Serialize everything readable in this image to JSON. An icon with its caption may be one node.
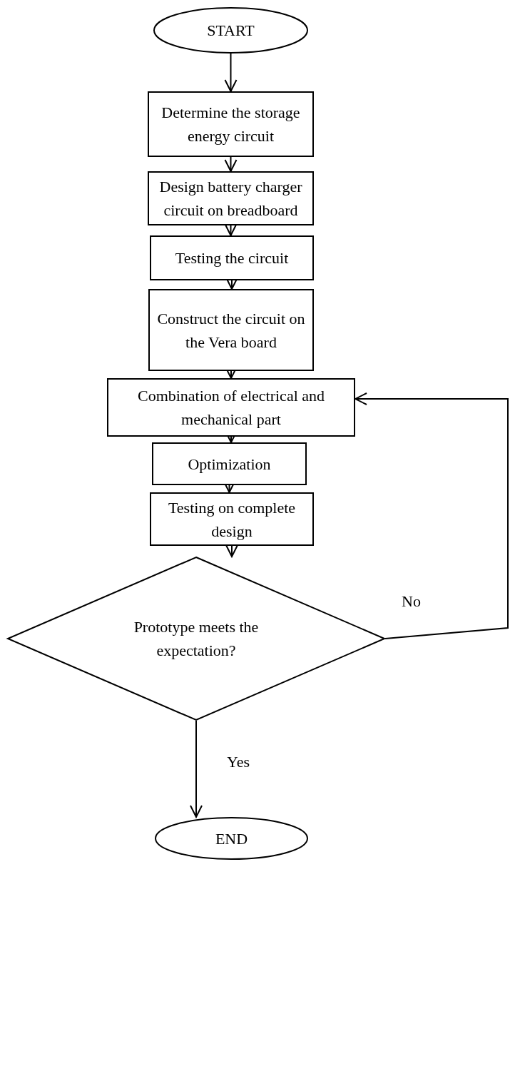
{
  "diagram": {
    "nodes": [
      {
        "text": [
          "START"
        ]
      },
      {
        "text": [
          "Determine the storage energy circuit"
        ]
      },
      {
        "text": [
          "Design battery charger circuit on breadboard"
        ]
      },
      {
        "text": [
          "Testing the circuit"
        ]
      },
      {
        "text": [
          "Construct the circuit on the Vera board"
        ]
      },
      {
        "text": [
          "Combination of electrical and mechanical part"
        ]
      },
      {
        "text": [
          "Optimization"
        ]
      },
      {
        "text": [
          "Testing on complete design"
        ]
      },
      {
        "text": [
          "Prototype meets the expectation?"
        ]
      },
      {
        "text": [
          "END"
        ]
      }
    ],
    "edges": [
      {
        "from": 0,
        "to": 1,
        "arrow": "to"
      },
      {
        "from": 1,
        "to": 2,
        "arrow": "to"
      },
      {
        "from": 2,
        "to": 3,
        "arrow": "to"
      },
      {
        "from": 3,
        "to": 4,
        "arrow": "to"
      },
      {
        "from": 4,
        "to": 5,
        "arrow": "to"
      },
      {
        "from": 5,
        "to": 6,
        "arrow": "to"
      },
      {
        "from": 6,
        "to": 7,
        "arrow": "to"
      },
      {
        "from": 7,
        "to": 8,
        "arrow": "to"
      },
      {
        "from": 8,
        "to": 9,
        "arrow": "to",
        "label": "Yes"
      },
      {
        "from": 8,
        "to": 5,
        "arrow": "to",
        "label": "No"
      }
    ]
  }
}
